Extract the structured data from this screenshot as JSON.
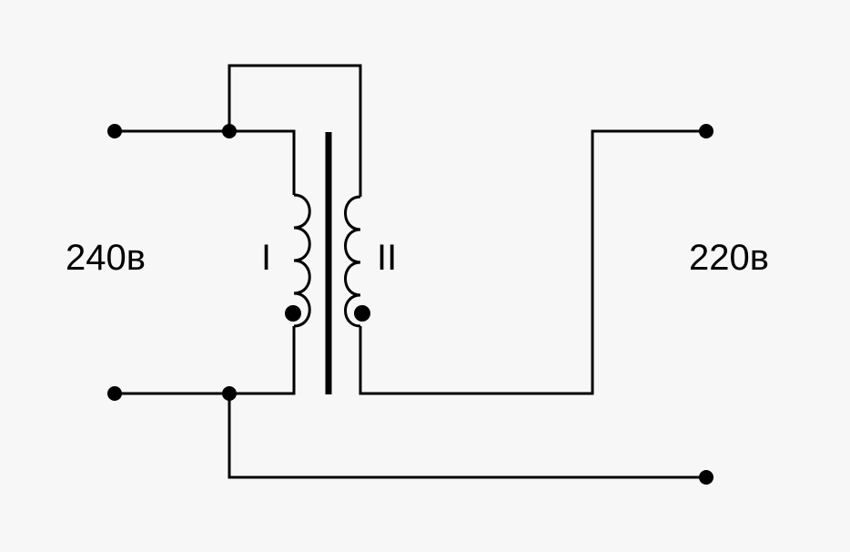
{
  "diagram": {
    "input_voltage_label": "240в",
    "output_voltage_label": "220в",
    "primary_winding_label": "I",
    "secondary_winding_label": "II"
  },
  "colors": {
    "line": "#000000",
    "background": "#f7f7f7"
  }
}
